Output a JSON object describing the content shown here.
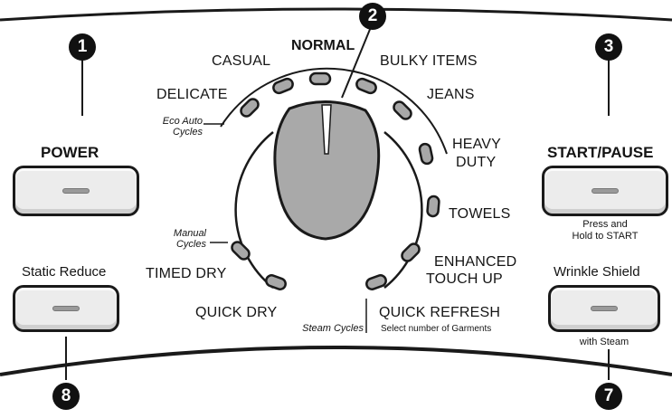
{
  "cycles": {
    "normal": "NORMAL",
    "casual": "CASUAL",
    "bulky_items": "BULKY ITEMS",
    "delicate": "DELICATE",
    "jeans": "JEANS",
    "heavy_duty_1": "HEAVY",
    "heavy_duty_2": "DUTY",
    "towels": "TOWELS",
    "enhanced_1": "ENHANCED",
    "enhanced_2": "TOUCH UP",
    "quick_refresh": "QUICK REFRESH",
    "timed_dry": "TIMED DRY",
    "quick_dry": "QUICK DRY"
  },
  "groups": {
    "eco_auto_1": "Eco Auto",
    "eco_auto_2": "Cycles",
    "manual_1": "Manual",
    "manual_2": "Cycles",
    "steam": "Steam Cycles",
    "steam_note": "Select number of Garments"
  },
  "buttons": {
    "power": {
      "label": "POWER"
    },
    "start": {
      "label": "START/PAUSE",
      "note1": "Press and",
      "note2": "Hold to START"
    },
    "static": {
      "label": "Static Reduce"
    },
    "wrinkle": {
      "label": "Wrinkle Shield",
      "note": "with Steam"
    }
  },
  "callouts": {
    "power": "1",
    "dial": "2",
    "start": "3",
    "wrinkle": "7",
    "static": "8"
  },
  "colors": {
    "indicator_fill": "#a8a8a8",
    "knob_fill": "#a9a9a9",
    "outline": "#1a1a1a"
  }
}
